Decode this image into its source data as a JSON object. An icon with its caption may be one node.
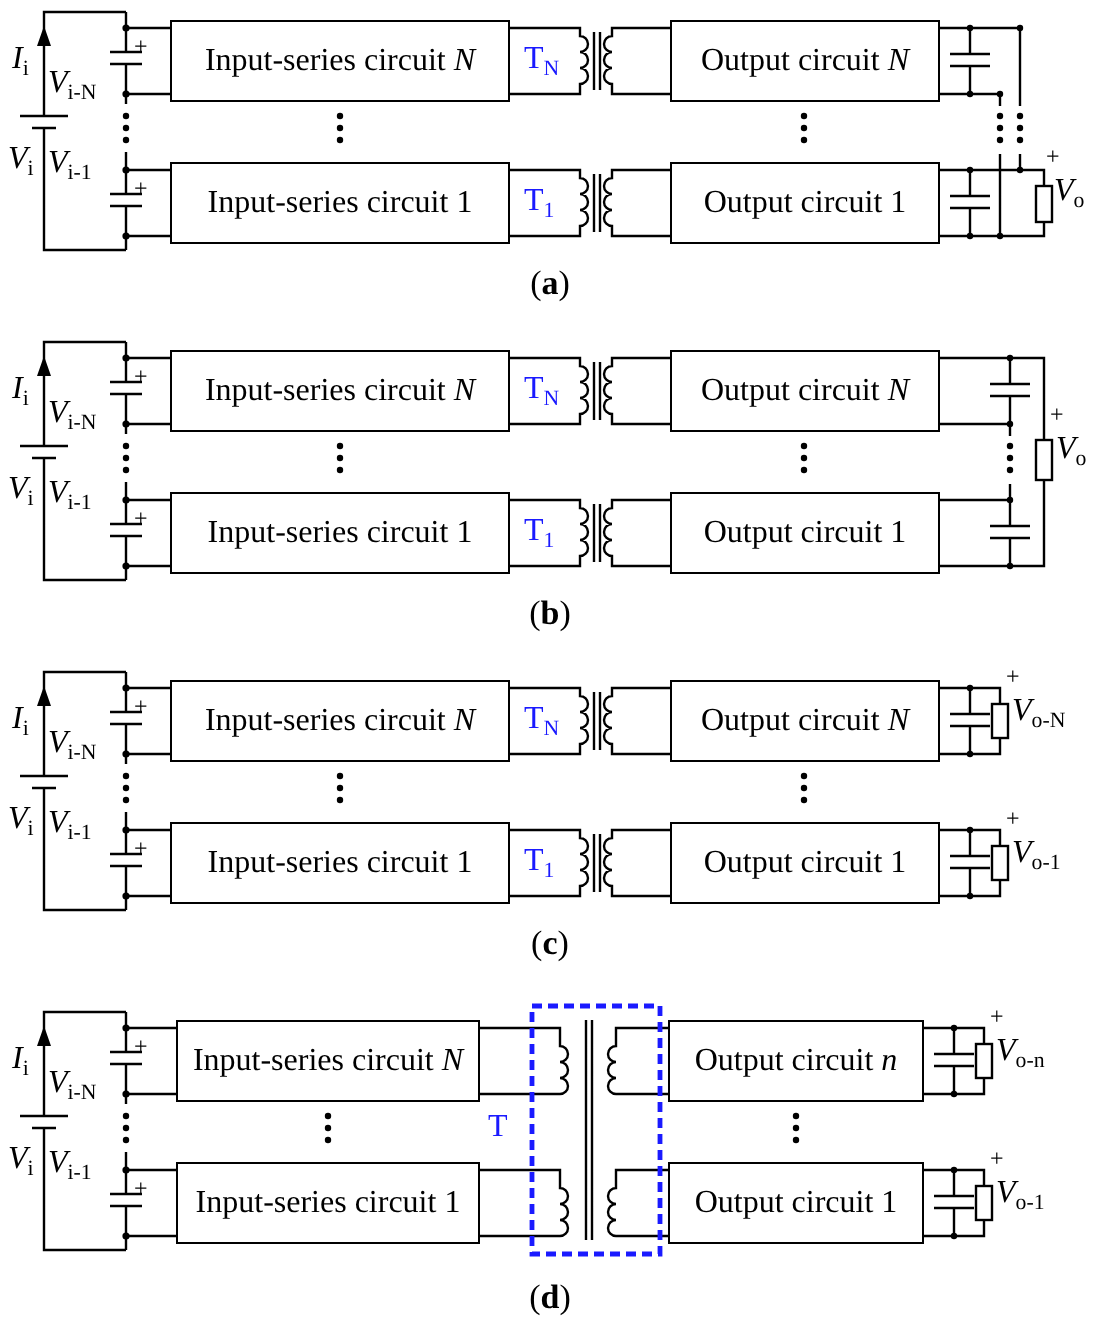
{
  "diagram": {
    "nodes": [
      {
        "text": [
          "Input-series circuit *N*"
        ]
      },
      {
        "text": [
          "T$_{N}$"
        ]
      },
      {
        "text": [
          "Output circuit *N*"
        ]
      },
      {
        "text": [
          "Input-series circuit 1"
        ]
      },
      {
        "text": [
          "T$_{1}$"
        ]
      },
      {
        "text": [
          "Output circuit 1"
        ]
      },
      {
        "text": [
          "Input-series circuit *N*"
        ]
      },
      {
        "text": [
          "T$_{N}$"
        ]
      },
      {
        "text": [
          "Output circuit *N*"
        ]
      },
      {
        "text": [
          "Input-series circuit 1"
        ]
      },
      {
        "text": [
          "T$_{1}$"
        ]
      },
      {
        "text": [
          "Output circuit 1"
        ]
      },
      {
        "text": [
          "Input-series circuit *N*"
        ]
      },
      {
        "text": [
          "T$_{N}$"
        ]
      },
      {
        "text": [
          "Output circuit *N*"
        ]
      },
      {
        "text": [
          "Input-series circuit 1"
        ]
      },
      {
        "text": [
          "T$_{1}$"
        ]
      },
      {
        "text": [
          "Output circuit 1"
        ]
      },
      {
        "text": [
          "Input-series circuit *N*"
        ]
      },
      {
        "text": [
          "T"
        ]
      },
      {
        "text": [
          "Output circuit *n*"
        ]
      },
      {
        "text": [
          "Input-series circuit 1"
        ]
      },
      {
        "text": [
          "Output circuit 1"
        ]
      }
    ],
    "edges": [
      {
        "from": 0,
        "to": 1,
        "arrow": "none"
      },
      {
        "from": 1,
        "to": 2,
        "arrow": "none"
      },
      {
        "from": 3,
        "to": 4,
        "arrow": "none"
      },
      {
        "from": 4,
        "to": 5,
        "arrow": "none"
      },
      {
        "from": 6,
        "to": 7,
        "arrow": "none"
      },
      {
        "from": 7,
        "to": 8,
        "arrow": "none"
      },
      {
        "from": 9,
        "to": 10,
        "arrow": "none"
      },
      {
        "from": 10,
        "to": 11,
        "arrow": "none"
      },
      {
        "from": 12,
        "to": 13,
        "arrow": "none"
      },
      {
        "from": 13,
        "to": 14,
        "arrow": "none"
      },
      {
        "from": 15,
        "to": 16,
        "arrow": "none"
      },
      {
        "from": 16,
        "to": 17,
        "arrow": "none"
      },
      {
        "from": 18,
        "to": 19,
        "arrow": "none"
      },
      {
        "from": 19,
        "to": 20,
        "arrow": "none"
      },
      {
        "from": 21,
        "to": 19,
        "arrow": "none"
      },
      {
        "from": 19,
        "to": 22,
        "arrow": "none"
      }
    ],
    "labels": [
      "*I*$_{i}$",
      "+",
      "*V*$_{i-N}$",
      "*V*$_{i}$",
      "*V*$_{i-1}$",
      "+",
      "+",
      "*V*$_{o}$",
      "(**a**)",
      "*I*$_{i}$",
      "+",
      "*V*$_{i-N}$",
      "*V*$_{i}$",
      "*V*$_{i-1}$",
      "+",
      "+",
      "*V*$_{o}$",
      "(**b**)",
      "*I*$_{i}$",
      "+",
      "*V*$_{i-N}$",
      "*V*$_{i}$",
      "*V*$_{i-1}$",
      "+",
      "+",
      "*V*$_{o-N}$",
      "+",
      "*V*$_{o-1}$",
      "(**c**)",
      "*I*$_{i}$",
      "+",
      "*V*$_{i-N}$",
      "*V*$_{i}$",
      "*V*$_{i-1}$",
      "+",
      "+",
      "*V*$_{o-n}$",
      "+",
      "*V*$_{o-1}$",
      "(**d**)"
    ]
  }
}
